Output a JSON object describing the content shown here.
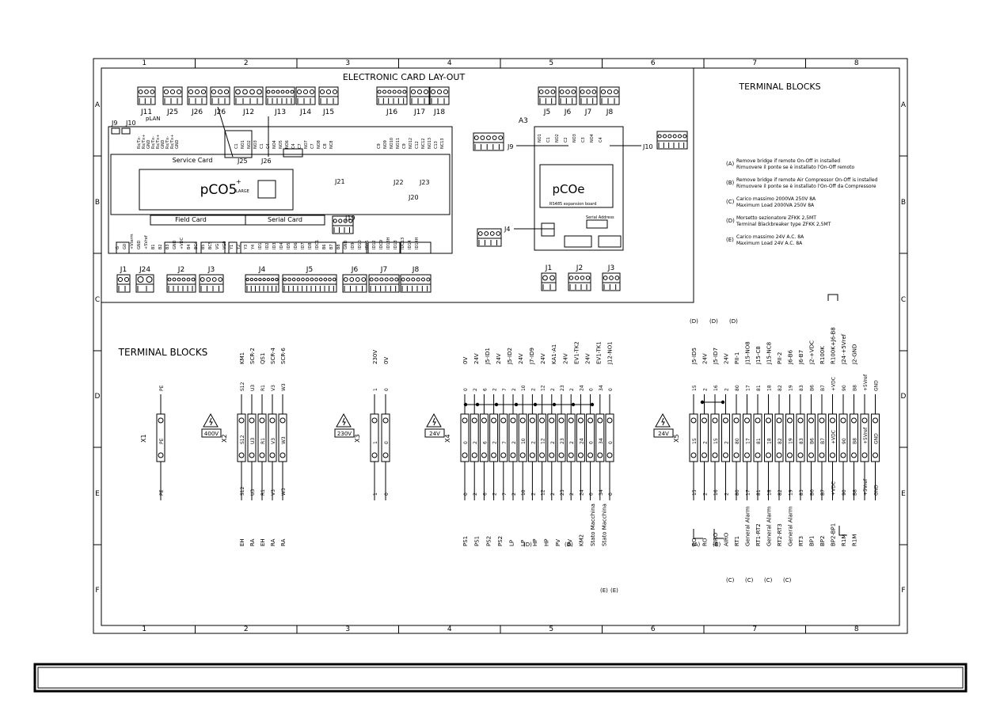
{
  "grid": {
    "columns": [
      "1",
      "2",
      "3",
      "4",
      "5",
      "6",
      "7",
      "8"
    ],
    "rows": [
      "A",
      "B",
      "C",
      "D",
      "E",
      "F"
    ]
  },
  "card_layout": {
    "title": "ELECTRONIC CARD LAY-OUT",
    "main_connectors": [
      "J11",
      "J25",
      "J26",
      "J12",
      "J13",
      "J14",
      "J15",
      "J16",
      "J17",
      "J18"
    ],
    "j9": "J9",
    "j10": "J10",
    "plan": "pLAN",
    "service_card": "Service Card",
    "field_card": "Field Card",
    "serial_card": "Serial Card",
    "pco5": "pCO5",
    "large": "LARGE",
    "j25b": "J25",
    "j26b": "J26",
    "j21": "J21",
    "j19": "J19",
    "j20": "J20",
    "j22": "J22",
    "j23": "J23",
    "bottom_connectors": [
      "J1",
      "J24",
      "J2",
      "J3",
      "J4",
      "J5",
      "J6",
      "J7",
      "J8"
    ],
    "top_pins_left": [
      "Rx/Tx-",
      "Rx/Tx+",
      "GND",
      "Rx/Tx-",
      "Rx/Tx+",
      "GND",
      "Rx/Tx-",
      "Rx/Tx+",
      "GND"
    ],
    "top_pins_mid": [
      "C1",
      "NO1",
      "NO2",
      "NO3",
      "C1",
      "C4",
      "NO4",
      "NO5",
      "NO6",
      "C4",
      "C7",
      "NO7",
      "C7",
      "NO8",
      "C8",
      "NC8"
    ],
    "top_pins_right": [
      "C9",
      "NO9",
      "NO10",
      "NO11",
      "C9",
      "NO12",
      "C12",
      "NC12",
      "NO13",
      "C13",
      "NC13"
    ],
    "bottom_pins": [
      "G",
      "G0",
      "+Vterm",
      "GND",
      "+5Vref",
      "B1",
      "B2",
      "B3",
      "GND",
      "+VDC",
      "B4",
      "BC4",
      "B5",
      "BC5",
      "VG",
      "VG0",
      "Y1",
      "Y2",
      "Y3",
      "Y4",
      "ID1",
      "ID2",
      "ID3",
      "ID4",
      "ID5",
      "ID6",
      "ID7",
      "ID8",
      "IDC1",
      "B6",
      "B7",
      "B8",
      "GND",
      "ID9",
      "ID10",
      "ID11",
      "ID12",
      "IDC9",
      "ID13H",
      "ID13",
      "IDC13",
      "ID14",
      "ID14H"
    ]
  },
  "expansion": {
    "a3": "A3",
    "name": "pCOe",
    "subtitle": "RS485 expansion board",
    "top_connectors": [
      "J5",
      "J6",
      "J7",
      "J8"
    ],
    "j9": "J9",
    "j10": "J10",
    "j4": "J4",
    "bottom_connectors": [
      "J1",
      "J2",
      "J3"
    ],
    "serial_address": "Serial Address",
    "top_pins": [
      "NO1",
      "C1",
      "NO2",
      "C2",
      "NO3",
      "C3",
      "NO4",
      "C4"
    ]
  },
  "notes": {
    "title": "TERMINAL BLOCKS",
    "items": [
      {
        "tag": "(A)",
        "lines": [
          "Remove bridge if remote On-Off in installed",
          "Rimuovere il ponte se è installato l'On-Off remoto"
        ]
      },
      {
        "tag": "(B)",
        "lines": [
          "Remove bridge if remote Air Compressor On-Off is installed",
          "Rimuovere il ponte se è installato l'On-Off da Compressore"
        ]
      },
      {
        "tag": "(C)",
        "lines": [
          "Carico massimo 2000VA 250V 8A",
          "Maximum Load 2000VA 250V 8A"
        ]
      },
      {
        "tag": "(D)",
        "lines": [
          "Morsetto sezionatore ZFKK 2,5MT",
          "Terminal Blackbreaker type ZFKK 2,5MT"
        ]
      },
      {
        "tag": "(E)",
        "lines": [
          "Carico massimo 24V A.C. 8A",
          "Maximum Load 24V A.C. 8A"
        ]
      }
    ]
  },
  "terminal_blocks": {
    "title": "TERMINAL BLOCKS",
    "x1": {
      "name": "X1",
      "top": [
        "PE"
      ],
      "term": [
        "PE"
      ],
      "bottom": [
        "PE"
      ]
    },
    "x2": {
      "name": "X2",
      "voltage": "400V",
      "top_labels": [
        "KM1",
        "SCR-2",
        "QS1",
        "SCR-4",
        "SCR-6"
      ],
      "top": [
        "S12",
        "U3",
        "R1",
        "V3",
        "W3"
      ],
      "term": [
        "S12",
        "U3",
        "R1",
        "V3",
        "W3"
      ],
      "bottom": [
        "S12",
        "U3",
        "R1",
        "V3",
        "W3"
      ],
      "bottom_labels": [
        "EH",
        "RA",
        "EH",
        "RA",
        "RA"
      ]
    },
    "x3": {
      "name": "X3",
      "voltage": "230V",
      "top_labels": [
        "230V",
        "0V"
      ],
      "top": [
        "1",
        "0"
      ],
      "term": [
        "1",
        "0"
      ],
      "bottom": [
        "1",
        "0"
      ]
    },
    "x4": {
      "name": "X4",
      "voltage": "24V",
      "top_labels": [
        "0V",
        "24V",
        "J5-ID1",
        "24V",
        "J5-ID2",
        "24V",
        "J7-ID9",
        "24V",
        "KA1-A1",
        "24V",
        "EV1-TK2",
        "24V",
        "EV1-TK1",
        "J12-NO1"
      ],
      "top": [
        "0",
        "2",
        "6",
        "2",
        "7",
        "2",
        "10",
        "2",
        "12",
        "2",
        "23",
        "2",
        "24",
        "0",
        "34",
        "0"
      ],
      "term": [
        "0",
        "2",
        "6",
        "2",
        "7",
        "2",
        "10",
        "2",
        "12",
        "2",
        "23",
        "2",
        "24",
        "0",
        "34",
        "0"
      ],
      "bottom": [
        "0",
        "2",
        "6",
        "2",
        "7",
        "2",
        "10",
        "2",
        "12",
        "2",
        "23",
        "2",
        "24",
        "0",
        "34",
        "0"
      ],
      "bottom_labels": [
        "PS1",
        "PS1",
        "PS2",
        "PS2",
        "LP",
        "LP",
        "HP",
        "HP",
        "PV",
        "PV",
        "KM2",
        "Stato Macchina",
        "Stato Macchina"
      ],
      "d_marks": [
        "(D)",
        "(D)"
      ],
      "e_marks": [
        "(E)",
        "(E)"
      ]
    },
    "x5": {
      "name": "X5",
      "voltage": "24V",
      "d_marks": [
        "(D)",
        "(D)",
        "(D)"
      ],
      "top_labels": [
        "J5-ID5",
        "24V",
        "J5-ID7",
        "24V",
        "PII-1",
        "J15-NO8",
        "J15-C8",
        "J15-NC8",
        "PII-2",
        "J6-B6",
        "J6-B7",
        "J2-+VDC",
        "R100K",
        "R100K+J6-B8",
        "J24-+5Vref",
        "J2-GND"
      ],
      "top": [
        "15",
        "2",
        "16",
        "2",
        "80",
        "17",
        "81",
        "18",
        "82",
        "19",
        "83",
        "B6",
        "B7",
        "+VDC",
        "90",
        "B8",
        "+5Vref",
        "GND"
      ],
      "term": [
        "15",
        "2",
        "15",
        "2",
        "80",
        "17",
        "81",
        "18",
        "82",
        "19",
        "83",
        "B6",
        "B7",
        "+VDC",
        "90",
        "B8",
        "+5Vref",
        "GND"
      ],
      "bottom": [
        "15",
        "2",
        "16",
        "2",
        "80",
        "17",
        "81",
        "18",
        "82",
        "19",
        "83",
        "B6",
        "B7",
        "+VDC",
        "90",
        "B8",
        "+5Vref",
        "GND"
      ],
      "bottom_labels": [
        "RO",
        "RO",
        "AIRO",
        "AIRO",
        "RT1",
        "General Alarm",
        "RT1-RT2",
        "General Alarm",
        "RT2-RT3",
        "General Alarm",
        "RT3",
        "BP1",
        "BP2",
        "BP2-BP1",
        "R1M",
        "R1M"
      ],
      "ab_marks": [
        "(A)",
        "(B)"
      ],
      "c_marks": [
        "(C)",
        "(C)",
        "(C)",
        "(C)"
      ]
    }
  }
}
